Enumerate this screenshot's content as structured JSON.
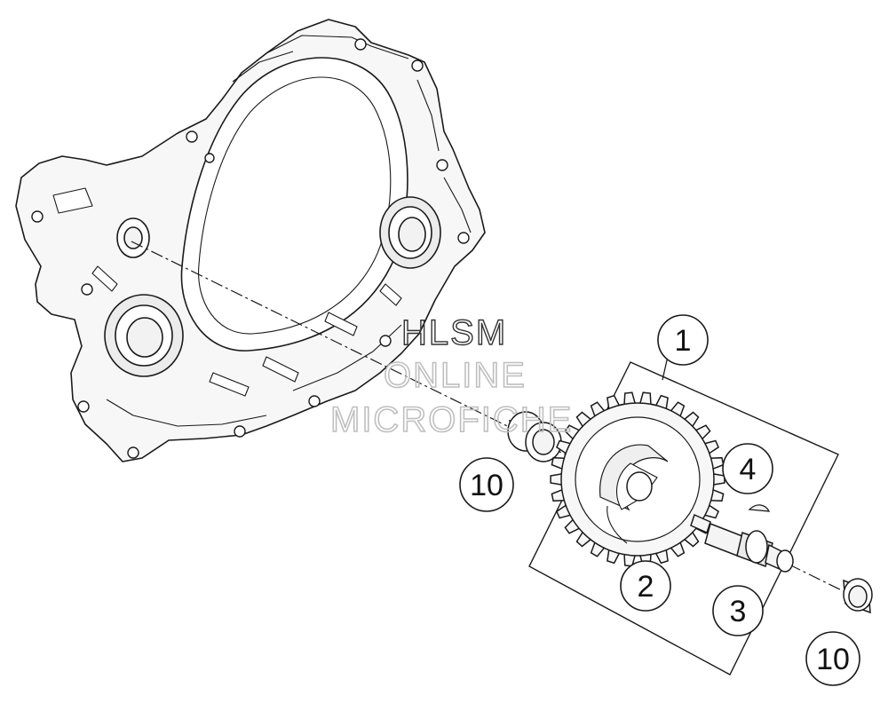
{
  "callouts": [
    {
      "id": "c1",
      "label": "1"
    },
    {
      "id": "c2",
      "label": "2"
    },
    {
      "id": "c3",
      "label": "3"
    },
    {
      "id": "c4",
      "label": "4"
    },
    {
      "id": "c10a",
      "label": "10"
    },
    {
      "id": "c10b",
      "label": "10"
    }
  ],
  "watermark": {
    "line1": "HLSM",
    "line2": "ONLINE",
    "line3": "MICROFICHE"
  }
}
